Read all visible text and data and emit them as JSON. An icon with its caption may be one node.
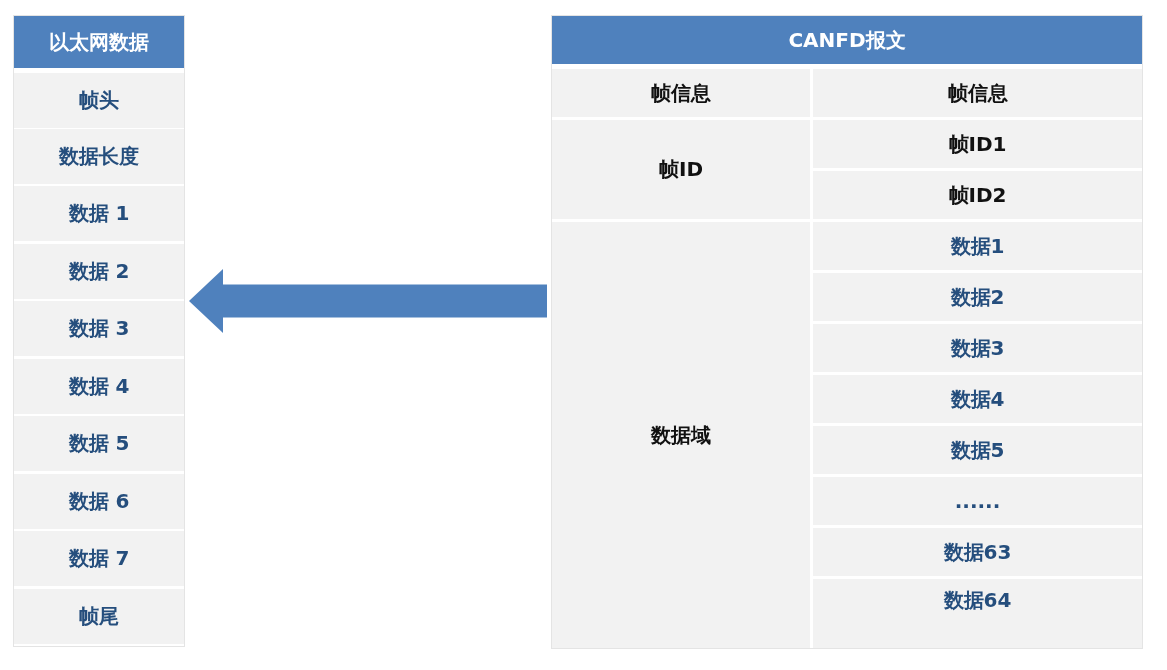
{
  "diagram": {
    "nodes": [
      {
        "text": [
          "以太网数据"
        ]
      },
      {
        "text": [
          "帧头"
        ],
        "in": 0
      },
      {
        "text": [
          "数据长度"
        ],
        "in": 0
      },
      {
        "text": [
          "数据 1"
        ],
        "in": 0
      },
      {
        "text": [
          "数据 2"
        ],
        "in": 0
      },
      {
        "text": [
          "数据 3"
        ],
        "in": 0
      },
      {
        "text": [
          "数据 4"
        ],
        "in": 0
      },
      {
        "text": [
          "数据 5"
        ],
        "in": 0
      },
      {
        "text": [
          "数据 6"
        ],
        "in": 0
      },
      {
        "text": [
          "数据 7"
        ],
        "in": 0
      },
      {
        "text": [
          "帧尾"
        ],
        "in": 0
      },
      {
        "text": [
          "CANFD报文"
        ]
      },
      {
        "text": [
          "帧信息"
        ],
        "in": 11
      },
      {
        "text": [
          "帧信息"
        ],
        "in": 11
      },
      {
        "text": [
          "帧ID"
        ],
        "in": 11
      },
      {
        "text": [
          "帧ID1"
        ],
        "in": 11
      },
      {
        "text": [
          "帧ID2"
        ],
        "in": 11
      },
      {
        "text": [
          "数据域"
        ],
        "in": 11
      },
      {
        "text": [
          "数据1"
        ],
        "in": 11
      },
      {
        "text": [
          "数据2"
        ],
        "in": 11
      },
      {
        "text": [
          "数据3"
        ],
        "in": 11
      },
      {
        "text": [
          "数据4"
        ],
        "in": 11
      },
      {
        "text": [
          "数据5"
        ],
        "in": 11
      },
      {
        "text": [
          "......"
        ],
        "in": 11
      },
      {
        "text": [
          "数据63"
        ],
        "in": 11
      },
      {
        "text": [
          "数据64"
        ],
        "in": 11
      }
    ],
    "edges": [
      {
        "from": 11,
        "to": 0,
        "arrow": "to"
      }
    ]
  }
}
